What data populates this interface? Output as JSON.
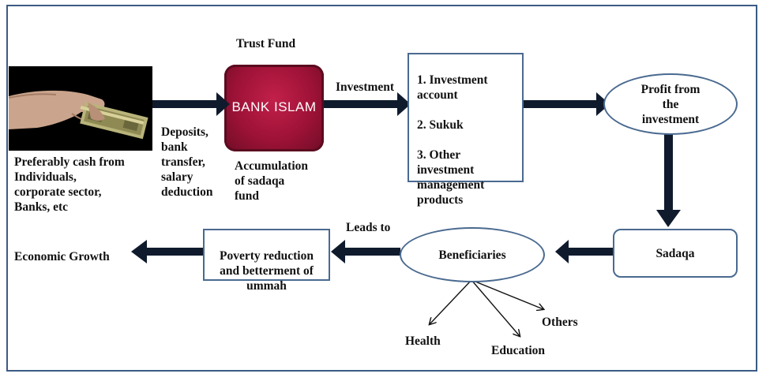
{
  "trust_fund": "Trust Fund",
  "investment": "Investment",
  "source": "Preferably cash from\nIndividuals,\ncorporate sector,\nBanks, etc",
  "deposit_methods": "Deposits,\nbank\ntransfer,\nsalary\ndeduction",
  "accumulation": "Accumulation\nof sadaqa\nfund",
  "logo_text": "BANK ISLAM",
  "investment_products": [
    "1. Investment\n    account",
    "2. Sukuk",
    "3. Other\n    investment\n    management\n    products"
  ],
  "profit": "Profit from\nthe\ninvestment",
  "sadaqa": "Sadaqa",
  "beneficiaries": "Beneficiaries",
  "leads_to": "Leads to",
  "poverty": "Poverty reduction\nand betterment of\nummah",
  "economic_growth": "Economic Growth",
  "benefit_areas": [
    "Health",
    "Education",
    "Others"
  ],
  "colors": {
    "frame": "#3b5b84",
    "shape_border": "#4a6a90",
    "arrow": "#0f1b2d",
    "logo": "#9e1237"
  },
  "icons": {
    "photo": "hand-holding-cash-photo",
    "logo": "bank-islam-logo"
  }
}
